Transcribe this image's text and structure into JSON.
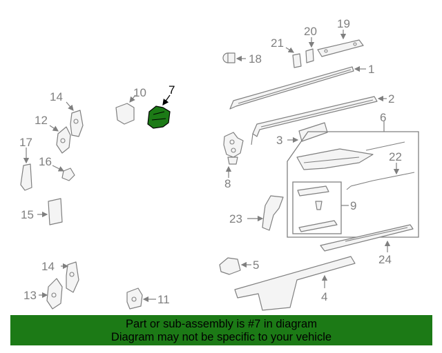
{
  "callouts": [
    "1",
    "2",
    "3",
    "4",
    "5",
    "6",
    "7",
    "8",
    "9",
    "10",
    "11",
    "12",
    "13",
    "14",
    "14",
    "15",
    "16",
    "17",
    "18",
    "19",
    "20",
    "21",
    "22",
    "23",
    "24"
  ],
  "highlight": {
    "part_number": "7",
    "color": "#1c7a16"
  },
  "banner": {
    "line1": "Part or sub-assembly is #7 in diagram",
    "line2": "Diagram may not be specific to your vehicle",
    "background": "#1c7a16"
  }
}
